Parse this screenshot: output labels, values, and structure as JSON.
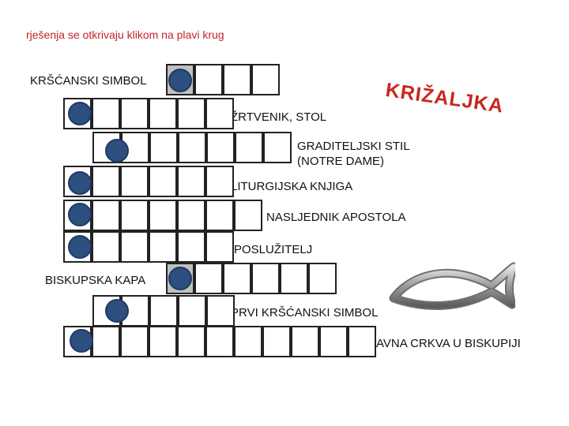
{
  "hint": "rješenja se otkrivaju klikom na plavi krug",
  "title": "KRIŽALJKA",
  "fish_icon": "ichthys-fish-icon",
  "colors": {
    "dot": "#2d4f7f",
    "solution_column": "#c0c0c0",
    "title": "#c9271f",
    "hint": "#c0252a"
  },
  "clues": [
    {
      "id": 1,
      "text": "KRŠĆANSKI SIMBOL"
    },
    {
      "id": 2,
      "text": "ŽRTVENIK, STOL"
    },
    {
      "id": 3,
      "text": "GRADITELJSKI STIL\n(NOTRE DAME)"
    },
    {
      "id": 4,
      "text": "LITURGIJSKA KNJIGA"
    },
    {
      "id": 5,
      "text": "NASLJEDNIK APOSTOLA"
    },
    {
      "id": 6,
      "text": "POSLUŽITELJ"
    },
    {
      "id": 7,
      "text": "BISKUPSKA KAPA"
    },
    {
      "id": 8,
      "text": "PRVI KRŠĆANSKI SIMBOL"
    },
    {
      "id": 9,
      "text": "GLAVNA CRKVA U BISKUPIJI"
    }
  ]
}
